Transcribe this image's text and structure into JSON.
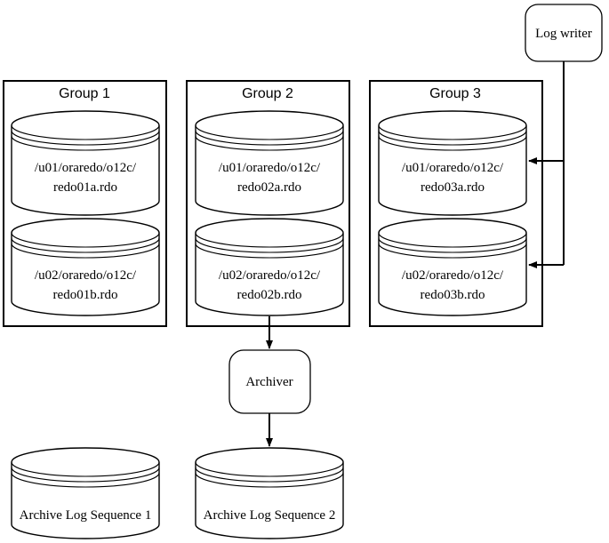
{
  "groups": [
    {
      "title": "Group 1",
      "members": [
        {
          "line1": "/u01/oraredo/o12c/",
          "line2": "redo01a.rdo"
        },
        {
          "line1": "/u02/oraredo/o12c/",
          "line2": "redo01b.rdo"
        }
      ]
    },
    {
      "title": "Group 2",
      "members": [
        {
          "line1": "/u01/oraredo/o12c/",
          "line2": "redo02a.rdo"
        },
        {
          "line1": "/u02/oraredo/o12c/",
          "line2": "redo02b.rdo"
        }
      ]
    },
    {
      "title": "Group 3",
      "members": [
        {
          "line1": "/u01/oraredo/o12c/",
          "line2": "redo03a.rdo"
        },
        {
          "line1": "/u02/oraredo/o12c/",
          "line2": "redo03b.rdo"
        }
      ]
    }
  ],
  "processes": {
    "log_writer": "Log writer",
    "archiver": "Archiver"
  },
  "archives": [
    {
      "label": "Archive Log Sequence 1"
    },
    {
      "label": "Archive Log Sequence 2"
    }
  ]
}
